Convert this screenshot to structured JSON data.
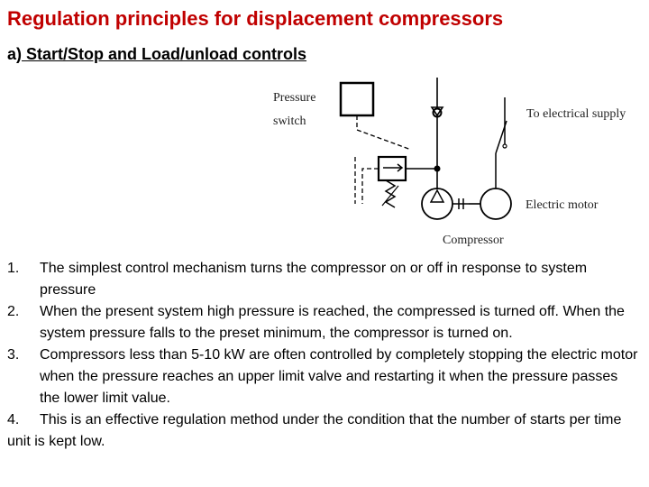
{
  "slide": {
    "title": "Regulation principles for displacement compressors",
    "subtitle_prefix": "a)",
    "subtitle_rest": " Start/Stop and Load/unload controls"
  },
  "diagram": {
    "labels": {
      "pressure": "Pressure",
      "switch": "switch",
      "electrical": "To electrical supply",
      "motor": "Electric motor",
      "compressor": "Compressor"
    }
  },
  "list": [
    {
      "num": "1.",
      "text": "The simplest control mechanism turns the compressor on or off in response to system pressure"
    },
    {
      "num": "2.",
      "text": "When the present system high pressure is reached, the compressed is turned off. When the system pressure falls to the preset minimum, the compressor is turned on."
    },
    {
      "num": "3.",
      "text": "Compressors less than 5-10 kW are often controlled by completely stopping the electric motor when the pressure reaches an upper limit valve and restarting it when the pressure passes the lower limit value."
    },
    {
      "num": "4.",
      "text": "This is an effective regulation method under the condition that the number of starts per time unit is kept low."
    }
  ]
}
